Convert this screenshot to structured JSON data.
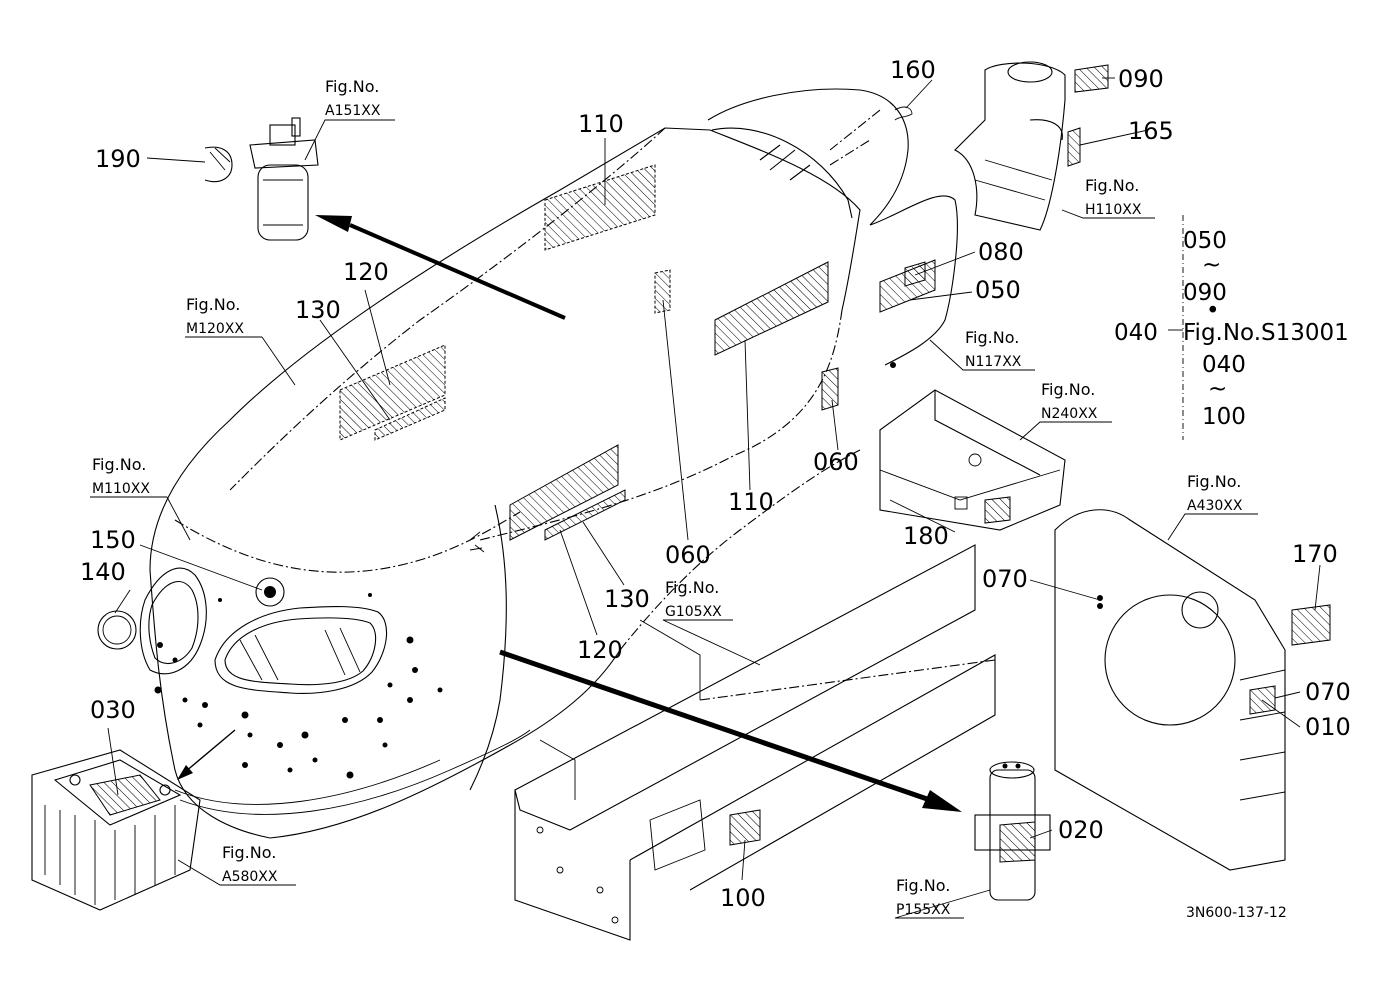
{
  "labels": {
    "p190": "190",
    "p160": "160",
    "p090": "090",
    "p165": "165",
    "p110a": "110",
    "p120a": "120",
    "p130a": "130",
    "p080": "080",
    "p050": "050",
    "p060a": "060",
    "p110b": "110",
    "p060b": "060",
    "p150": "150",
    "p140": "140",
    "p130b": "130",
    "p120b": "120",
    "p180": "180",
    "p070a": "070",
    "p170": "170",
    "p070b": "070",
    "p010": "010",
    "p030": "030",
    "p100": "100",
    "p020": "020",
    "p040": "040"
  },
  "figrefs": {
    "fig_label": "Fig.No.",
    "a151": "A151XX",
    "h110": "H110XX",
    "m120": "M120XX",
    "n117": "N117XX",
    "n240": "N240XX",
    "m110": "M110XX",
    "a430": "A430XX",
    "g105": "G105XX",
    "a580": "A580XX",
    "p155": "P155XX"
  },
  "series_ref": {
    "line1": "050",
    "tilde1": "~",
    "line2": "090",
    "dot": "•",
    "fig": "Fig.No.S13001",
    "line3": "040",
    "tilde2": "~",
    "line4": "100"
  },
  "drawing_code": "3N600-137-12"
}
